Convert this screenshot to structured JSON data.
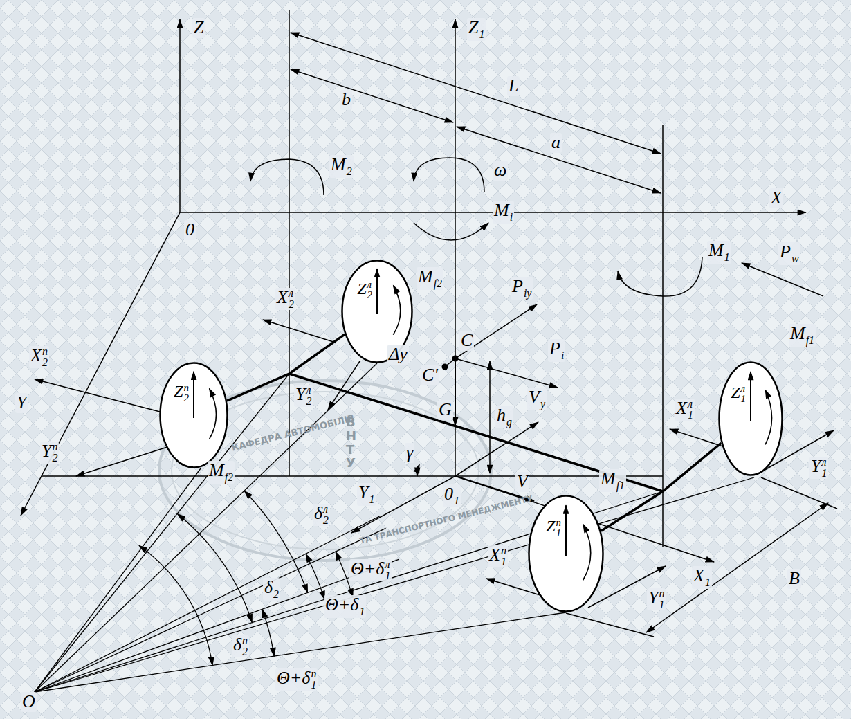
{
  "diagram": {
    "nodes": [
      {
        "text": [
          "Z2л"
        ]
      },
      {
        "text": [
          "Z2п"
        ]
      },
      {
        "text": [
          "Z1л"
        ]
      },
      {
        "text": [
          "Z1п"
        ]
      }
    ],
    "edges": [
      {
        "from": 1,
        "to": 0,
        "arrow": "none"
      },
      {
        "from": 3,
        "to": 2,
        "arrow": "none"
      }
    ],
    "labels": [
      "Z",
      "Z1",
      "X",
      "0",
      "Y",
      "b",
      "L",
      "a",
      "M2",
      "ω",
      "Mi",
      "M1",
      "Pw",
      "Mf2",
      "Piy",
      "X2л",
      "C",
      "Δy",
      "C'",
      "Pi",
      "hg",
      "Y2л",
      "G",
      "Vy",
      "X1л",
      "Y1л",
      "Mf1",
      "X2п",
      "Y2п",
      "Mf2",
      "γ",
      "01",
      "V",
      "Y1",
      "X1",
      "Mf1",
      "B",
      "X1п",
      "Y1п",
      "δ2л",
      "δ2",
      "δ2п",
      "Θ+δ1л",
      "Θ+δ1",
      "Θ+δ1п",
      "O",
      "КАФЕДРА АВТОМОБІЛІВ",
      "ТА ТРАНСПОРТНОГО МЕНЕДЖМЕНТУ",
      "ВНТУ"
    ]
  }
}
